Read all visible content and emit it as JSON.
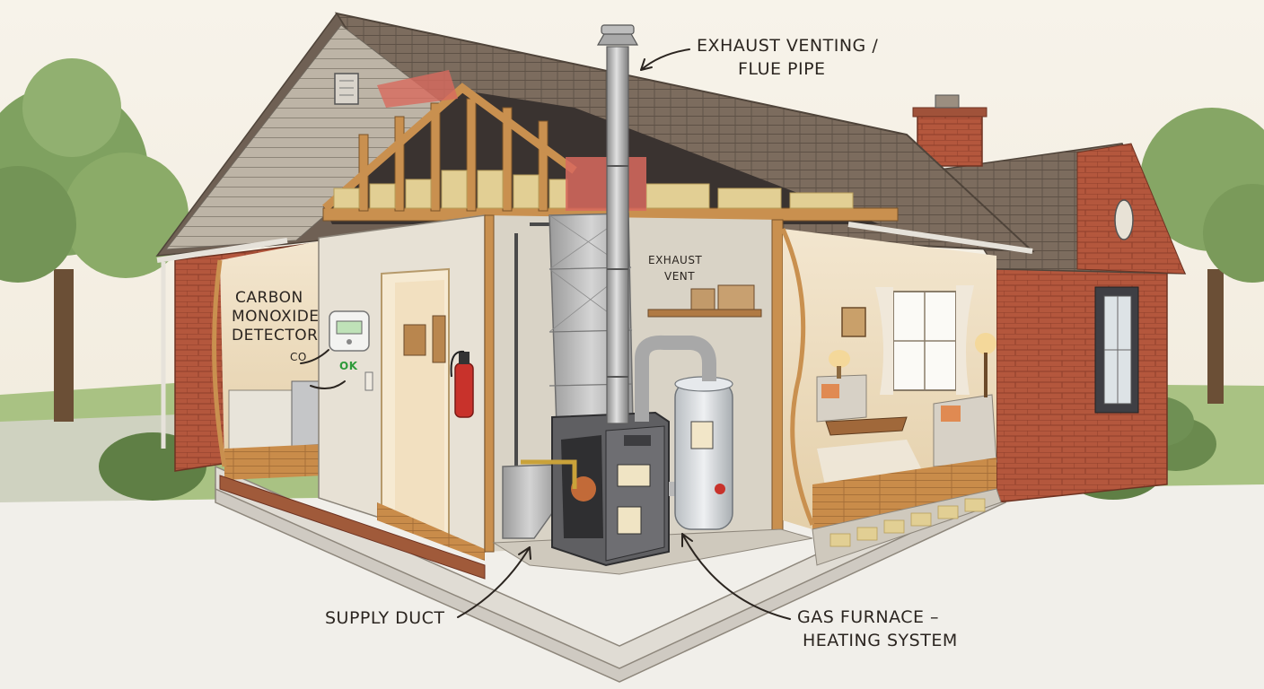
{
  "labels": {
    "exhaust_venting_line1": "Exhaust venting /",
    "exhaust_venting_line2": "flue pipe",
    "exhaust_vent_line1": "Exhaust",
    "exhaust_vent_line2": "vent",
    "co_detector_line1": "Carbon",
    "co_detector_line2": "Monoxide",
    "co_detector_line3": "Detector",
    "co_text": "CO",
    "ok_text": "OK",
    "supply_duct": "Supply duct",
    "gas_furnace_line1": "Gas furnace –",
    "gas_furnace_line2": "heating system"
  },
  "colors": {
    "sky": "#f4efe4",
    "lawn": "#9db87a",
    "roof": "#7a6a5c",
    "brick": "#b4573d",
    "siding": "#b9b0a2",
    "wood": "#c9904f",
    "insulation": "#e2cf94",
    "duct": "#b8b8b8",
    "furnace": "#6b6b6b",
    "water_heater": "#d6d9dc",
    "wall_interior": "#e6ddcc",
    "extinguisher": "#c8322b",
    "ok_green": "#2e9a3a"
  }
}
